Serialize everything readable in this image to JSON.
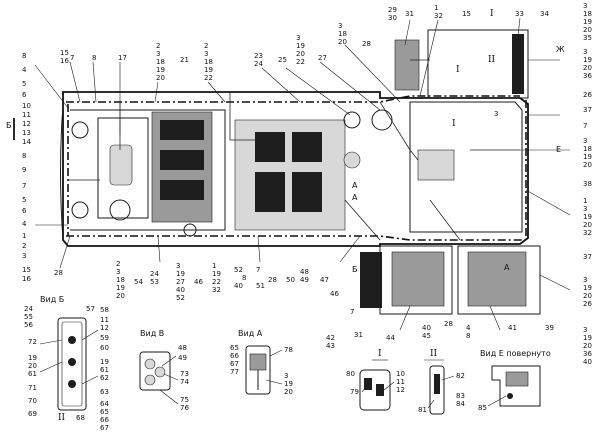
{
  "top_numbers": {
    "n15_16": [
      "15",
      "16"
    ],
    "n7": "7",
    "n8": "8",
    "n17": "17",
    "n2_3_18_19_20": [
      "2",
      "3",
      "18",
      "19",
      "20"
    ],
    "n21": "21",
    "n2_3_18_19_22": [
      "2",
      "3",
      "18",
      "19",
      "22"
    ],
    "n23_24": [
      "23",
      "24"
    ],
    "n25": "25",
    "n3_19_20_22": [
      "3",
      "19",
      "20",
      "22"
    ],
    "n27": "27",
    "n3_18_20": [
      "3",
      "18",
      "20"
    ],
    "n28": "28",
    "n29_30": [
      "29",
      "30"
    ],
    "n31": "31",
    "n1_32": [
      "1",
      "32"
    ],
    "n15": "15",
    "roman_i_top": "I",
    "n33": "33",
    "n34": "34",
    "n18_19_20_35": [
      "3",
      "18",
      "19",
      "20",
      "35"
    ]
  },
  "left_numbers": [
    "8",
    "4",
    "5",
    "6",
    "10",
    "11",
    "12",
    "13",
    "14",
    "8",
    "9",
    "7",
    "5",
    "6",
    "4",
    "1",
    "2",
    "3",
    "15",
    "16"
  ],
  "left_side_letter": "Б",
  "right_numbers": {
    "zh_letter": "Ж",
    "g1": [
      "3",
      "19",
      "20",
      "36"
    ],
    "n26": "26",
    "n37": "37",
    "n7": "7",
    "e_letter": "Е",
    "g2": [
      "3",
      "18",
      "19",
      "20"
    ],
    "n38": "38",
    "g3": [
      "1",
      "3",
      "19",
      "20",
      "32"
    ],
    "n37b": "37",
    "g4": [
      "3",
      "19",
      "20",
      "26"
    ],
    "g5": [
      "3",
      "19",
      "20",
      "36",
      "40"
    ]
  },
  "bottom_numbers": {
    "n28": "28",
    "g_2_3_18_19_20": [
      "2",
      "3",
      "18",
      "19",
      "20"
    ],
    "g_24_53": [
      "24",
      "53"
    ],
    "n54": "54",
    "g_3_19_27_40_52": [
      "3",
      "19",
      "27",
      "40",
      "52"
    ],
    "n46": "46",
    "g_1_19_22_32": [
      "1",
      "19",
      "22",
      "32"
    ],
    "n8": "8",
    "g_52_40": [
      "52",
      "40"
    ],
    "g_7_51": [
      "7",
      "51"
    ],
    "n28b": "28",
    "n50": "50",
    "g_48_49": [
      "48",
      "49"
    ],
    "n47": "47",
    "n46b": "46",
    "n7b": "7",
    "g_42_43": [
      "42",
      "43"
    ],
    "n31": "31",
    "n44": "44",
    "g_40_45": [
      "40",
      "45"
    ],
    "n28c": "28",
    "g_4_8": [
      "4",
      "8"
    ],
    "n41": "41",
    "n39": "39",
    "vid_b_letter": "Б",
    "vid_a_letter": "А",
    "vid_a_arrow": "А"
  },
  "inner_labels": {
    "view_a_mark": "А",
    "roman_ii_mark": "II",
    "roman_i_a": "I",
    "roman_i_b": "I",
    "n3_small": "3"
  },
  "views": {
    "vid_b": {
      "title": "Вид Б",
      "left_nums": [
        "24",
        "55",
        "56",
        "72",
        "19",
        "20",
        "61",
        "71",
        "70",
        "69"
      ],
      "right_nums": [
        "57",
        "58",
        "11",
        "12",
        "59",
        "60",
        "19",
        "61",
        "62",
        "63",
        "64",
        "65",
        "66",
        "67"
      ],
      "bottom_nums": [
        "II",
        "68"
      ]
    },
    "vid_v": {
      "title": "Вид В",
      "nums": [
        "48",
        "49",
        "73",
        "74",
        "75",
        "76"
      ]
    },
    "vid_a": {
      "title": "Вид А",
      "left_nums": [
        "65",
        "66",
        "67",
        "77"
      ],
      "right_nums": [
        "78",
        "3",
        "19",
        "20"
      ]
    },
    "roman_i": {
      "title": "I",
      "nums": [
        "80",
        "79",
        "10",
        "11",
        "12"
      ]
    },
    "roman_ii": {
      "title": "II",
      "nums": [
        "82",
        "81",
        "83",
        "84"
      ]
    },
    "vid_e": {
      "title": "Вид Е повернуто",
      "nums": [
        "85"
      ]
    }
  }
}
